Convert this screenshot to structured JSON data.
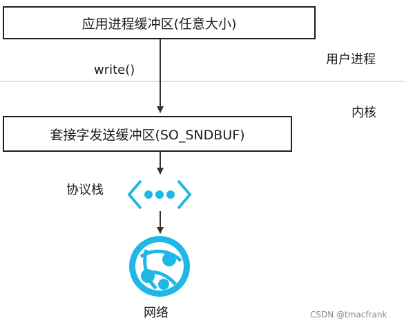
{
  "boxes": {
    "app_buffer": "应用进程缓冲区(任意大小)",
    "send_buffer": "套接字发送缓冲区(SO_SNDBUF)"
  },
  "labels": {
    "write_call": "write()",
    "user_process": "用户进程",
    "kernel": "内核",
    "protocol_stack": "协议栈",
    "network": "网络"
  },
  "icons": {
    "protocol_stack": "protocol-stack-icon",
    "network": "globe-network-icon"
  },
  "colors": {
    "icon_accent": "#1fb7e6",
    "line": "#333333",
    "divider": "#b8b8b8"
  },
  "watermark": "CSDN @tmacfrank"
}
